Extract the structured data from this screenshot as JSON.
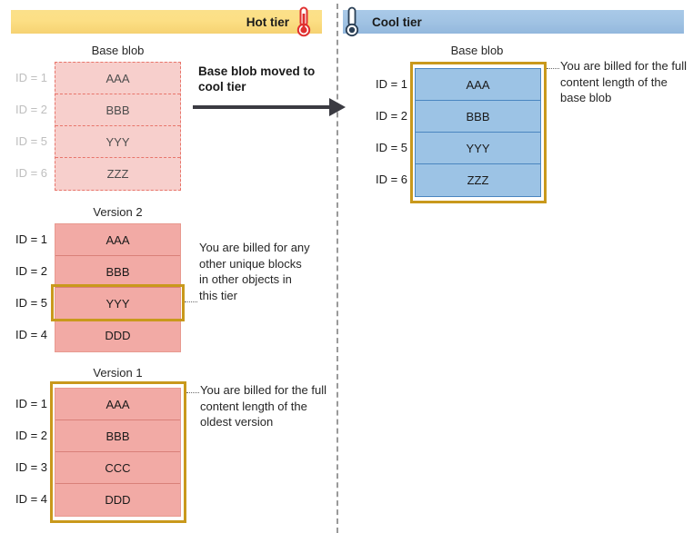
{
  "tiers": {
    "hot": {
      "label": "Hot tier",
      "icon": "thermometer-hot-icon",
      "banner_color": "#fbe08a"
    },
    "cool": {
      "label": "Cool tier",
      "icon": "thermometer-cool-icon",
      "banner_color": "#a2c4e4"
    }
  },
  "transition": {
    "caption": "Base blob moved to cool tier",
    "arrow": "arrow-right-icon"
  },
  "hot_tier": {
    "tables": [
      {
        "title": "Base blob",
        "style": "faded-pink",
        "highlight": "none",
        "rows": [
          {
            "id": "ID = 1",
            "block": "AAA"
          },
          {
            "id": "ID = 2",
            "block": "BBB"
          },
          {
            "id": "ID = 5",
            "block": "YYY"
          },
          {
            "id": "ID = 6",
            "block": "ZZZ"
          }
        ]
      },
      {
        "title": "Version 2",
        "style": "solid-pink",
        "highlight": "row-3",
        "rows": [
          {
            "id": "ID = 1",
            "block": "AAA"
          },
          {
            "id": "ID = 2",
            "block": "BBB"
          },
          {
            "id": "ID = 5",
            "block": "YYY"
          },
          {
            "id": "ID = 4",
            "block": "DDD"
          }
        ]
      },
      {
        "title": "Version 1",
        "style": "solid-pink",
        "highlight": "whole-table",
        "rows": [
          {
            "id": "ID = 1",
            "block": "AAA"
          },
          {
            "id": "ID = 2",
            "block": "BBB"
          },
          {
            "id": "ID = 3",
            "block": "CCC"
          },
          {
            "id": "ID = 4",
            "block": "DDD"
          }
        ]
      }
    ]
  },
  "cool_tier": {
    "tables": [
      {
        "title": "Base blob",
        "style": "solid-blue",
        "highlight": "whole-table",
        "rows": [
          {
            "id": "ID = 1",
            "block": "AAA"
          },
          {
            "id": "ID = 2",
            "block": "BBB"
          },
          {
            "id": "ID = 5",
            "block": "YYY"
          },
          {
            "id": "ID = 6",
            "block": "ZZZ"
          }
        ]
      }
    ]
  },
  "annotations": {
    "cool_base_blob": "You are billed for the full content length of the base blob",
    "version2": "You are billed for any other unique blocks in other objects in this tier",
    "version1": "You are billed for the full content length of the oldest version"
  },
  "colors": {
    "gold": "#c9991c",
    "pink_fill": "#f2aaa5",
    "pink_faded_fill": "#f7cfcc",
    "blue_fill": "#9cc3e5",
    "hot_banner": "#fbe08a",
    "cool_banner": "#a2c4e4"
  }
}
